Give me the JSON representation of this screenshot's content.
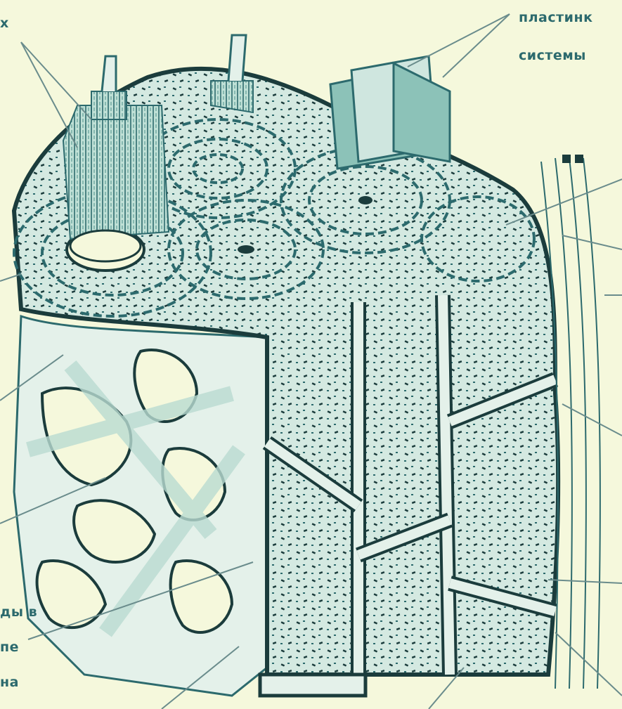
{
  "labels": {
    "top_left": "х",
    "top_right_line1": "пластинк",
    "top_right_line2": "системы",
    "bottom_left_line1": "ды в",
    "bottom_left_line2": "пе",
    "bottom_left_line3": "на"
  },
  "colors": {
    "background": "#f5f8dc",
    "ink": "#2c6a6d",
    "dark_ink": "#1b3c3c",
    "fill": "#cfe6df",
    "fill_light": "#e4f1ea",
    "fill_dark": "#8cc2b8"
  }
}
